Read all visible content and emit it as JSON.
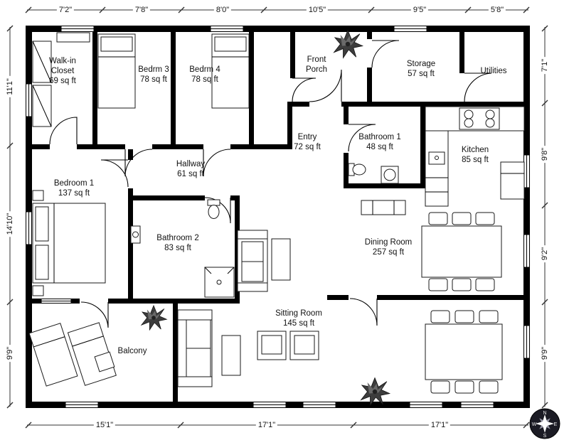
{
  "colors": {
    "wall": "#000000",
    "floor": "#ffffff",
    "text": "#111111"
  },
  "dims": {
    "top": [
      "7'2\"",
      "7'8\"",
      "8'0\"",
      "10'5\"",
      "9'5\"",
      "5'8\""
    ],
    "left": [
      "11'1\"",
      "14'10\"",
      "9'9\""
    ],
    "right": [
      "7'1\"",
      "9'8\"",
      "9'2\"",
      "9'9\""
    ],
    "bottom": [
      "15'1\"",
      "17'1\"",
      "17'1\""
    ]
  },
  "rooms": [
    {
      "name": "Walk-in Closet",
      "area": "69 sq ft"
    },
    {
      "name": "Bedrm 3",
      "area": "78 sq ft"
    },
    {
      "name": "Bedrm 4",
      "area": "78 sq ft"
    },
    {
      "name": "Front Porch",
      "area": ""
    },
    {
      "name": "Storage",
      "area": "57 sq ft"
    },
    {
      "name": "Utilities",
      "area": ""
    },
    {
      "name": "Entry",
      "area": "72 sq ft"
    },
    {
      "name": "Bathroom 1",
      "area": "48 sq ft"
    },
    {
      "name": "Kitchen",
      "area": "85 sq ft"
    },
    {
      "name": "Bedroom 1",
      "area": "137 sq ft"
    },
    {
      "name": "Hallway",
      "area": "61 sq ft"
    },
    {
      "name": "Bathroom 2",
      "area": "83 sq ft"
    },
    {
      "name": "Dining Room",
      "area": "257 sq ft"
    },
    {
      "name": "Sitting Room",
      "area": "145 sq ft"
    },
    {
      "name": "Balcony",
      "area": ""
    }
  ],
  "compass": {
    "n": "N",
    "e": "E",
    "s": "S",
    "w": "W"
  }
}
